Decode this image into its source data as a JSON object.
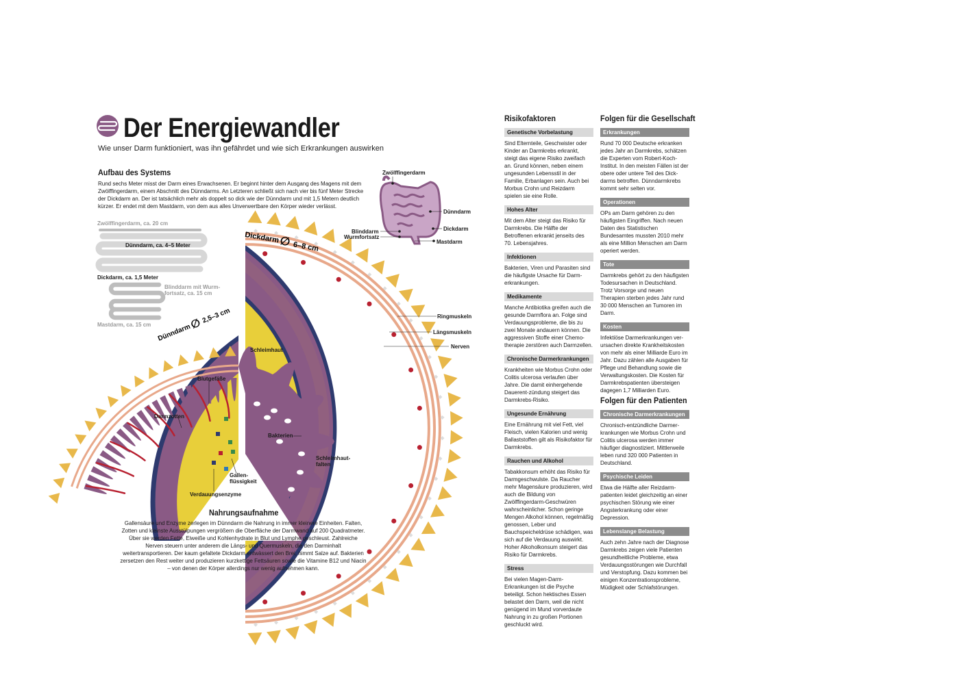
{
  "header": {
    "title": "Der Energiewandler",
    "subtitle": "Wie unser Darm funktioniert, was ihn gefährdet und wie sich Erkrankungen auswirken",
    "logo_icon": "intestine-icon",
    "accent_color": "#8a5a85"
  },
  "aufbau": {
    "heading": "Aufbau des Systems",
    "text": "Rund sechs Meter misst der Darm eines Erwachsenen. Er beginnt hinter dem Ausgang des Magens mit dem Zwölffingerdarm, einem Abschnitt des Dünndarms. An Letzteren schließt sich nach vier bis fünf Meter Strecke der Dickdarm an. Der ist tatsächlich mehr als doppelt so dick wie der Dünndarm und mit 1,5 Metern deutlich kürzer. Er endet mit dem Mastdarm, von dem aus alles Unverwertbare den Körper wieder verlässt.",
    "labels": {
      "zwoelf": "Zwölffingerdarm, ca. 20 cm",
      "duenn": "Dünndarm, ca. 4–5 Meter",
      "dick": "Dickdarm, ca. 1,5 Meter",
      "blind_1": "Blinddarm mit Wurm-",
      "blind_2": "fortsatz, ca. 15 cm",
      "mast": "Mastdarm, ca. 15 cm"
    }
  },
  "organ_labels": {
    "zwoelf": "Zwölffingerdarm",
    "duenn": "Dünndarm",
    "dick": "Dickdarm",
    "mast": "Mastdarm",
    "blind": "Blinddarm",
    "wurm": "Wurmfortsatz"
  },
  "cross_section": {
    "dickdarm_title": "Dickdarm",
    "dickdarm_size": "6–8 cm",
    "duenndarm_title": "Dünndarm",
    "duenndarm_size": "2,5–3 cm",
    "diameter_symbol": "∅",
    "labels": {
      "ringmuskeln": "Ringmuskeln",
      "laengsmuskeln": "Längsmuskeln",
      "nerven": "Nerven",
      "schleimhaut": "Schleimhaut",
      "blutgefaesse": "Blutgefäße",
      "darmzotten": "Darmzotten",
      "bakterien": "Bakterien",
      "falten_1": "Schleimhaut-",
      "falten_2": "falten",
      "galle_1": "Gallen-",
      "galle_2": "flüssigkeit",
      "enzyme": "Verdauungsenzyme"
    },
    "colors": {
      "outer": "#2e3a6e",
      "muscle": "#8a5a85",
      "villi": "#e8b84a",
      "lumen": "#e8cf3a",
      "stripe": "#e8a88a",
      "vessel": "#b82030"
    }
  },
  "nahrung": {
    "heading": "Nahrungsaufnahme",
    "text": "Gallensäure und Enzyme zerlegen im Dünndarm die Nahrung in immer kleinere Einheiten. Falten, Zotten und kleinste Ausstülpungen vergrößern die Oberfläche der Darmwand auf 200 Quadratmeter. Über sie werden Fette, Eiweiße und Kohlenhydrate in Blut und Lymphe geschleust. Zahlreiche Nerven steuern unter anderem die Längs- und Quermuskeln, die den Darminhalt weitertransportieren. Der kaum gefaltete Dickdarm entwässert den Brei, nimmt Salze auf. Bakterien zersetzen den Rest weiter und produzieren kurzkettige Fettsäuren sowie die Vitamine B12 und Niacin – von denen der Körper allerdings nur wenig aufnehmen kann."
  },
  "risiko": {
    "heading": "Risikofaktoren",
    "sections": [
      {
        "title": "Genetische Vorbelastung",
        "text": "Sind Elternteile, Geschwister oder Kinder an Darmkrebs erkrankt, steigt das eigene Risiko zweifach an. Grund können, neben einem ungesunden Lebensstil in der Familie, Erbanlagen sein. Auch bei Morbus Crohn und Reizdarm spielen sie eine Rolle."
      },
      {
        "title": "Hohes Alter",
        "text": "Mit dem Alter steigt das Risiko für Darmkrebs. Die Hälfte der Betroffenen erkrankt jenseits des 70. Lebensjahres."
      },
      {
        "title": "Infektionen",
        "text": "Bakterien, Viren und Parasiten sind die häufigste Ursache für Darm-erkrankungen."
      },
      {
        "title": "Medikamente",
        "text": "Manche Antibiotika greifen auch die gesunde Darmflora an. Folge sind Verdauungsprobleme, die bis zu zwei Monate andauern können. Die aggressiven Stoffe einer Chemo-therapie zerstören auch Darmzellen."
      },
      {
        "title": "Chronische Darmerkrankungen",
        "text": "Krankheiten wie Morbus Crohn oder Colitis ulcerosa verlaufen über Jahre. Die damit einhergehende Dauerent-zündung steigert das Darmkrebs-Risiko."
      },
      {
        "title": "Ungesunde Ernährung",
        "text": "Eine Ernährung mit viel Fett, viel Fleisch, vielen Kalorien und wenig Ballaststoffen gilt als Risikofaktor für Darmkrebs."
      },
      {
        "title": "Rauchen und Alkohol",
        "text": "Tabakkonsum erhöht das Risiko für Darmgeschwulste. Da Raucher mehr Magensäure produzieren, wird auch die Bildung von Zwölffingerdarm-Geschwüren wahrscheinlicher. Schon geringe Mengen Alkohol können, regelmäßig genossen, Leber und Bauchspeicheldrüse schädigen, was sich auf die Verdauung auswirkt. Hoher Alkoholkonsum steigert das Risiko für Darmkrebs."
      },
      {
        "title": "Stress",
        "text": "Bei vielen Magen-Darm-Erkrankungen ist die Psyche beteiligt. Schon hektisches Essen belastet den Darm, weil die nicht genügend im Mund vorverdaute Nahrung in zu großen Portionen geschluckt wird."
      }
    ]
  },
  "gesellschaft": {
    "heading": "Folgen für die Gesellschaft",
    "sections": [
      {
        "title": "Erkrankungen",
        "text": "Rund 70 000 Deutsche erkranken jedes Jahr an Darmkrebs, schätzen die Experten vom Robert-Koch-Institut. In den meisten Fällen ist der obere oder untere Teil des Dick-darms betroffen. Dünndarmkrebs kommt sehr selten vor."
      },
      {
        "title": "Operationen",
        "text": "OPs am Darm gehören zu den häufigsten Eingriffen. Nach neuen Daten des Statistischen Bundesamtes mussten 2010 mehr als eine Million Menschen am Darm operiert werden."
      },
      {
        "title": "Tote",
        "text": "Darmkrebs gehört zu den häufigsten Todesursachen in Deutschland. Trotz Vorsorge und neuen Therapien sterben jedes Jahr rund 30 000 Menschen an Tumoren im Darm."
      },
      {
        "title": "Kosten",
        "text": "Infektiöse Darmerkrankungen ver-ursachen direkte Krankheitskosten von mehr als einer Milliarde Euro im Jahr. Dazu zählen alle Ausgaben für Pflege und Behandlung sowie die Verwaltungskosten. Die Kosten für Darmkrebspatienten übersteigen dagegen 1,7 Milliarden Euro."
      }
    ]
  },
  "patienten": {
    "heading": "Folgen für den Patienten",
    "sections": [
      {
        "title": "Chronische Darmerkrankungen",
        "text": "Chronisch-entzündliche Darmer-krankungen wie Morbus Crohn und Colitis ulcerosa werden immer häufiger diagnostiziert. Mittlerweile leben rund 320 000 Patienten in Deutschland."
      },
      {
        "title": "Psychische Leiden",
        "text": "Etwa die Hälfte aller Reizdarm-patienten leidet gleichzeitig an einer psychischen Störung wie einer Angsterkrankung oder einer Depression."
      },
      {
        "title": "Lebenslange Belastung",
        "text": "Auch zehn Jahre nach der Diagnose Darmkrebs zeigen viele Patienten gesundheitliche Probleme, etwa Verdauungsstörungen wie Durchfall und Verstopfung. Dazu kommen bei einigen Konzentrationsprobleme, Müdigkeit oder Schlafstörungen."
      }
    ]
  }
}
